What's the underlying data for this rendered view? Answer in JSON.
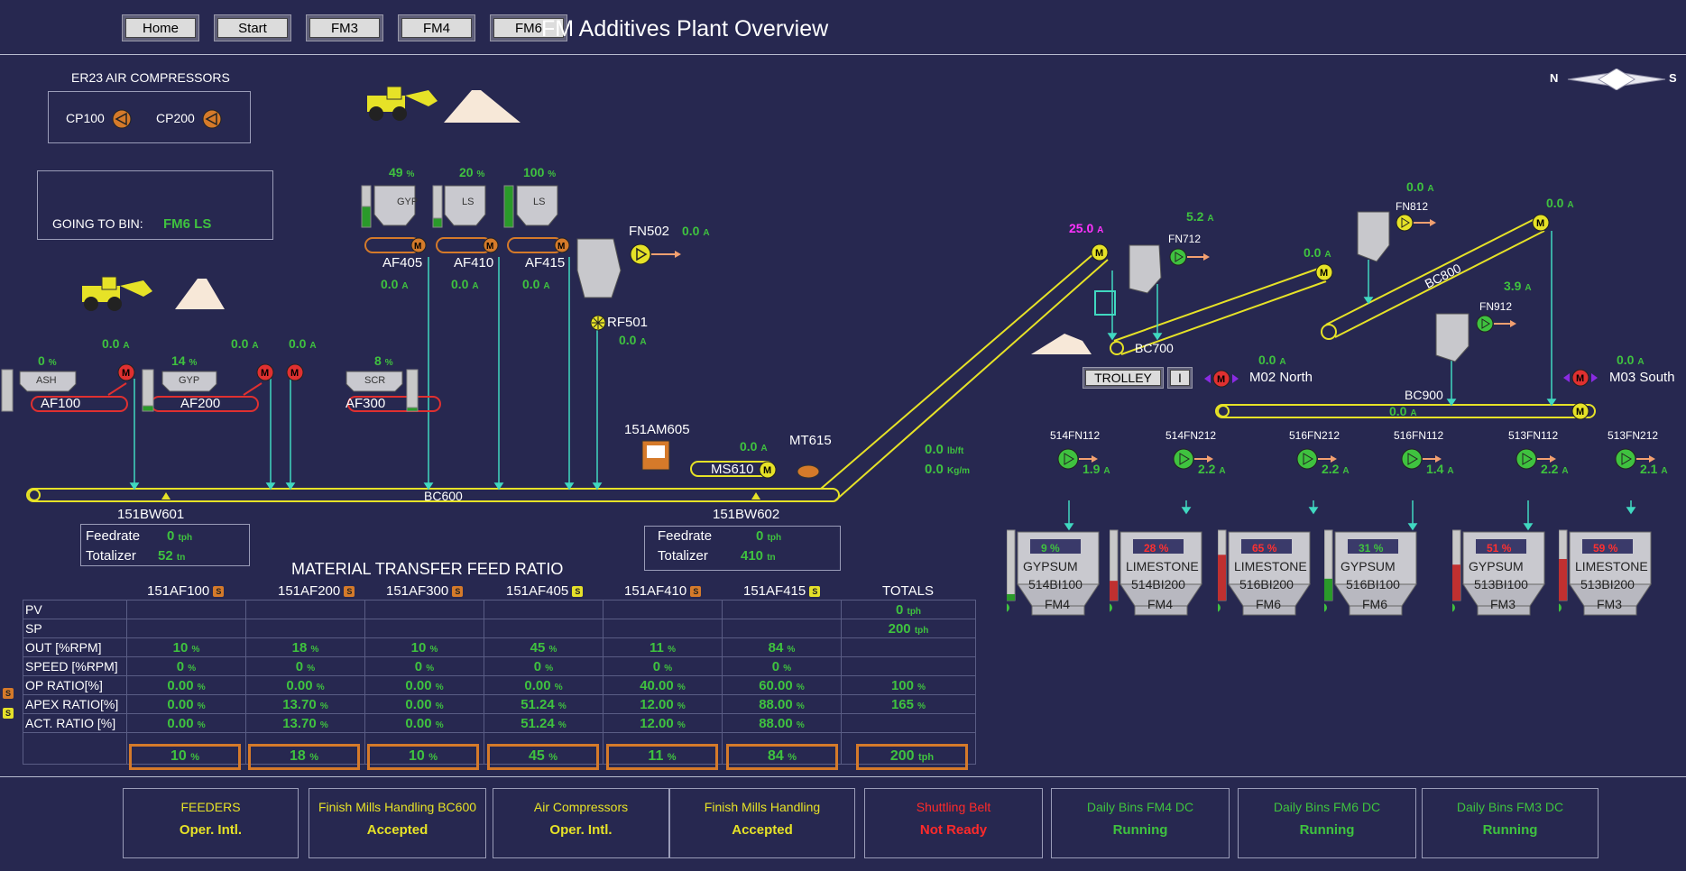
{
  "nav": {
    "home": "Home",
    "start": "Start",
    "fm3": "FM3",
    "fm4": "FM4",
    "fm6": "FM6"
  },
  "title": "FM Additives Plant Overview",
  "compass": {
    "n": "N",
    "s": "S"
  },
  "compressors": {
    "heading": "ER23 AIR COMPRESSORS",
    "cp100": "CP100",
    "cp200": "CP200"
  },
  "going_to_bin": {
    "label": "GOING TO BIN:",
    "value": "FM6 LS"
  },
  "feeders": {
    "af405": {
      "label": "AF405",
      "pct": "49",
      "amps": "0.0",
      "bin": "GYP"
    },
    "af410": {
      "label": "AF410",
      "pct": "20",
      "amps": "0.0",
      "bin": "LS"
    },
    "af415": {
      "label": "AF415",
      "pct": "100",
      "amps": "0.0",
      "bin": "LS"
    },
    "af100": {
      "label": "AF100",
      "pct": "0",
      "amps": "0.0",
      "bin": "ASH"
    },
    "af200": {
      "label": "AF200",
      "pct": "14",
      "amps": "0.0",
      "bin": "GYP"
    },
    "af300": {
      "label": "AF300",
      "pct": "8",
      "amps": "0.0",
      "bin": "SCR"
    }
  },
  "fn502": {
    "label": "FN502",
    "amps": "0.0"
  },
  "rf501": {
    "label": "RF501",
    "amps": "0.0"
  },
  "am605": "151AM605",
  "ms610": {
    "label": "MS610",
    "amps": "0.0"
  },
  "mt615": "MT615",
  "bc600": "BC600",
  "bw601": {
    "label": "151BW601",
    "feedrate": "0",
    "totalizer": "52"
  },
  "bw602": {
    "label": "151BW602",
    "feedrate": "0",
    "totalizer": "410"
  },
  "weigh_labels": {
    "feedrate": "Feedrate",
    "totalizer": "Totalizer",
    "tph": "tph",
    "tn": "tn"
  },
  "density": {
    "lbft": "0.0",
    "kgm": "0.0",
    "u1": "lb/ft",
    "u2": "Kg/m"
  },
  "conveyors": {
    "inclined_amps": "25.0",
    "fn712": {
      "label": "FN712",
      "amps": "5.2"
    },
    "bc700": {
      "label": "BC700",
      "amps": "0.0"
    },
    "fn812": {
      "label": "FN812",
      "amps": "0.0"
    },
    "bc800": {
      "label": "BC800",
      "amps": "0.0"
    },
    "fn912": {
      "label": "FN912",
      "amps": "3.9"
    },
    "bc900": {
      "label": "BC900",
      "amps": "0.0"
    },
    "m02": {
      "label": "M02 North",
      "amps": "0.0"
    },
    "m03": {
      "label": "M03 South",
      "amps": "0.0"
    },
    "trolley": "TROLLEY",
    "trolley_i": "I"
  },
  "bins": [
    {
      "fan": "514FN112",
      "amps": "1.9",
      "name": "GYPSUM",
      "tag": "514BI100",
      "mill": "FM4",
      "level": "9",
      "hi": false
    },
    {
      "fan": "514FN212",
      "amps": "2.2",
      "name": "LIMESTONE",
      "tag": "514BI200",
      "mill": "FM4",
      "level": "28",
      "hi": true
    },
    {
      "fan": "516FN212",
      "amps": "2.2",
      "name": "LIMESTONE",
      "tag": "516BI200",
      "mill": "FM6",
      "level": "65",
      "hi": true
    },
    {
      "fan": "516FN112",
      "amps": "1.4",
      "name": "GYPSUM",
      "tag": "516BI100",
      "mill": "FM6",
      "level": "31",
      "hi": false
    },
    {
      "fan": "513FN112",
      "amps": "2.2",
      "name": "GYPSUM",
      "tag": "513BI100",
      "mill": "FM3",
      "level": "51",
      "hi": true
    },
    {
      "fan": "513FN212",
      "amps": "2.1",
      "name": "LIMESTONE",
      "tag": "513BI200",
      "mill": "FM3",
      "level": "59",
      "hi": true
    }
  ],
  "ratio_table": {
    "heading": "MATERIAL TRANSFER FEED RATIO",
    "columns": [
      "151AF100",
      "151AF200",
      "151AF300",
      "151AF405",
      "151AF410",
      "151AF415",
      "TOTALS"
    ],
    "rows": [
      {
        "label": "PV",
        "cells": [
          "",
          "",
          "",
          "",
          "",
          "",
          "0"
        ],
        "unit": "tph"
      },
      {
        "label": "SP",
        "cells": [
          "",
          "",
          "",
          "",
          "",
          "",
          "200"
        ],
        "unit": "tph"
      },
      {
        "label": "OUT [%RPM]",
        "cells": [
          "10",
          "18",
          "10",
          "45",
          "11",
          "84",
          ""
        ],
        "unit": "%"
      },
      {
        "label": "SPEED [%RPM]",
        "cells": [
          "0",
          "0",
          "0",
          "0",
          "0",
          "0",
          ""
        ],
        "unit": "%"
      },
      {
        "label": "OP RATIO[%]",
        "cells": [
          "0.00",
          "0.00",
          "0.00",
          "0.00",
          "40.00",
          "60.00",
          "100"
        ],
        "unit": "%"
      },
      {
        "label": "APEX RATIO[%]",
        "cells": [
          "0.00",
          "13.70",
          "0.00",
          "51.24",
          "12.00",
          "88.00",
          "165"
        ],
        "unit": "%"
      },
      {
        "label": "ACT. RATIO [%]",
        "cells": [
          "0.00",
          "13.70",
          "0.00",
          "51.24",
          "12.00",
          "88.00",
          ""
        ],
        "unit": "%"
      }
    ],
    "outputs": [
      "10",
      "18",
      "10",
      "45",
      "11",
      "84"
    ],
    "total_output": "200"
  },
  "status": [
    {
      "title": "FEEDERS",
      "state": "Oper. Intl.",
      "tc": "yel",
      "sc": "yel"
    },
    {
      "title": "Finish Mills Handling BC600",
      "state": "Accepted",
      "tc": "yel",
      "sc": "yel"
    },
    {
      "title": "Air Compressors",
      "state": "Oper. Intl.",
      "tc": "yel",
      "sc": "yel"
    },
    {
      "title": "Finish Mills Handling",
      "state": "Accepted",
      "tc": "yel",
      "sc": "yel"
    },
    {
      "title": "Shuttling Belt",
      "state": "Not Ready",
      "tc": "red",
      "sc": "red"
    },
    {
      "title": "Daily Bins FM4 DC",
      "state": "Running",
      "tc": "grn",
      "sc": "grn"
    },
    {
      "title": "Daily Bins FM6 DC",
      "state": "Running",
      "tc": "grn",
      "sc": "grn"
    },
    {
      "title": "Daily Bins FM3 DC",
      "state": "Running",
      "tc": "grn",
      "sc": "grn"
    }
  ],
  "colors": {
    "bg": "#272850",
    "line": "#e6e227",
    "flow": "#40d8c0",
    "ok": "#3fc23f",
    "alarm": "#ff2a2a"
  }
}
